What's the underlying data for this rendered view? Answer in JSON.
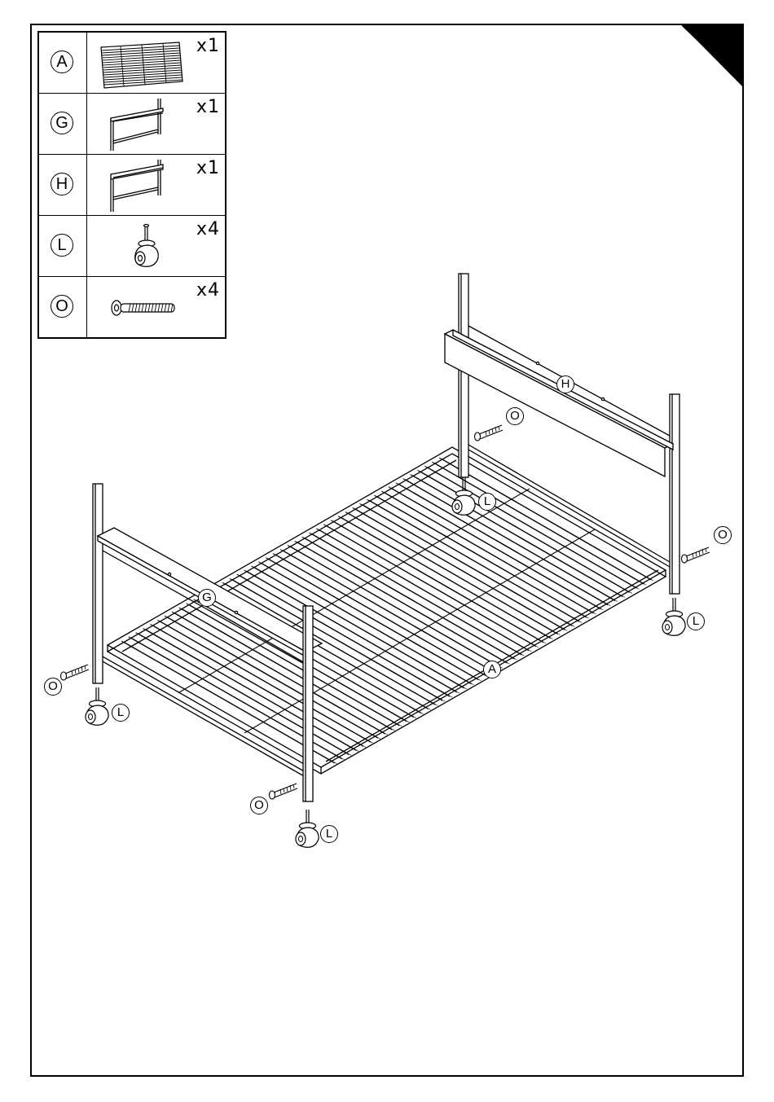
{
  "parts": [
    {
      "id": "A",
      "qty": "x1",
      "icon": "slatted-base-icon"
    },
    {
      "id": "G",
      "qty": "x1",
      "icon": "foot-end-frame-icon"
    },
    {
      "id": "H",
      "qty": "x1",
      "icon": "head-end-frame-icon"
    },
    {
      "id": "L",
      "qty": "x4",
      "icon": "caster-wheel-icon"
    },
    {
      "id": "O",
      "qty": "x4",
      "icon": "bolt-icon"
    }
  ],
  "callouts": {
    "h": "H",
    "g": "G",
    "a": "A",
    "o_back": "O",
    "l_back": "L",
    "o_right": "O",
    "l_right": "L",
    "o_left": "O",
    "l_left": "L",
    "o_front": "O",
    "l_front": "L"
  }
}
